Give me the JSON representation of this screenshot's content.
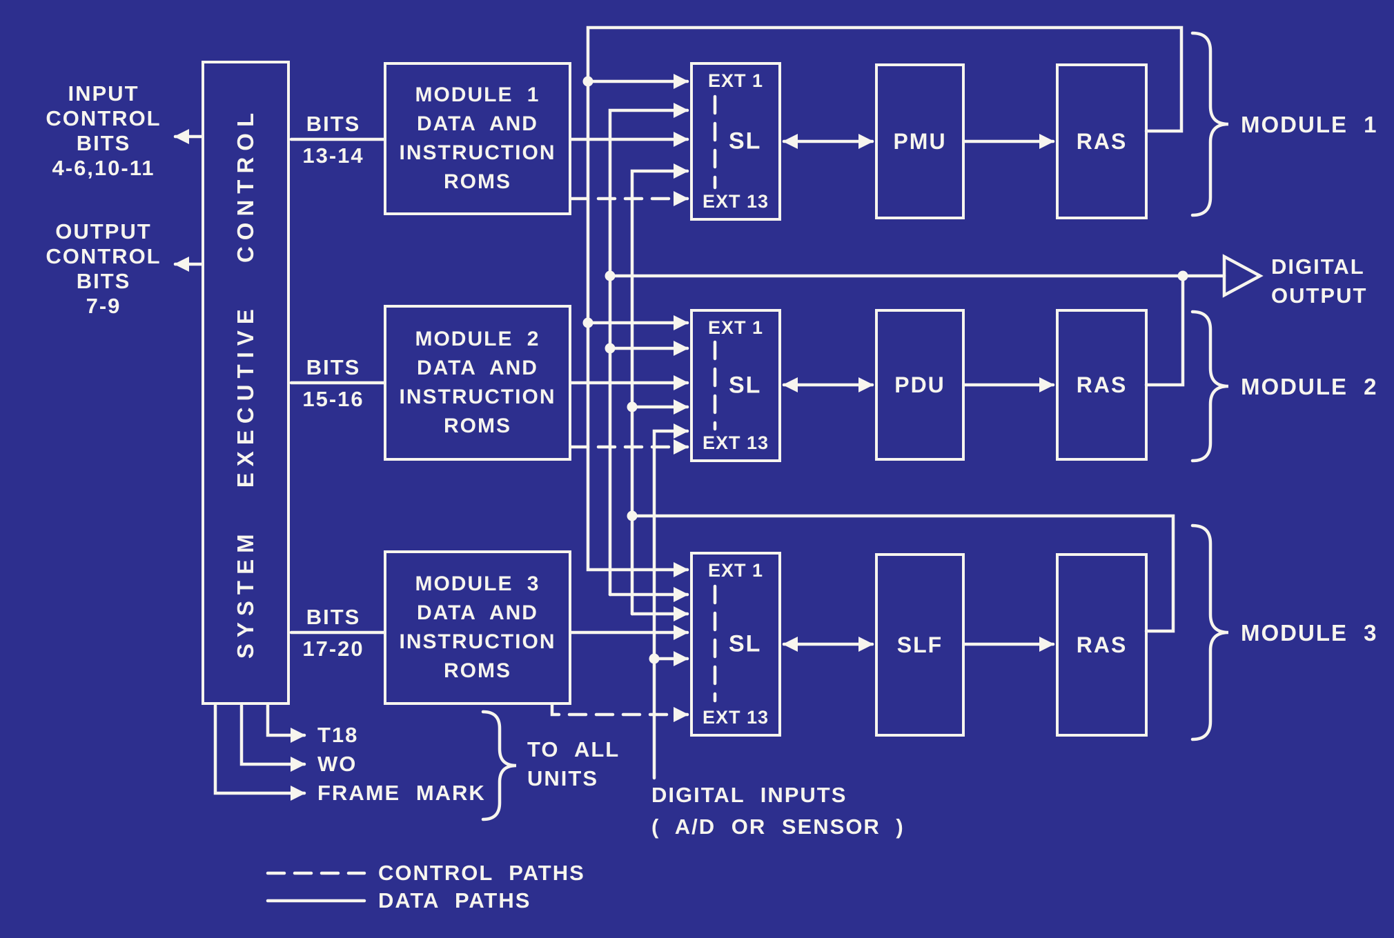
{
  "colors": {
    "background": "#2d2f8e",
    "ink": "#f7f5ee"
  },
  "left": {
    "input_control": {
      "lines": [
        "INPUT",
        "CONTROL",
        "BITS",
        "4-6,10-11"
      ]
    },
    "output_control": {
      "lines": [
        "OUTPUT",
        "CONTROL",
        "BITS",
        "7-9"
      ]
    }
  },
  "executive": {
    "label": "SYSTEM EXECUTIVE CONTROL"
  },
  "bits": [
    {
      "word": "BITS",
      "range": "13-14"
    },
    {
      "word": "BITS",
      "range": "15-16"
    },
    {
      "word": "BITS",
      "range": "17-20"
    }
  ],
  "roms": [
    {
      "lines": [
        "MODULE 1",
        "DATA AND",
        "INSTRUCTION",
        "ROMS"
      ]
    },
    {
      "lines": [
        "MODULE 2",
        "DATA AND",
        "INSTRUCTION",
        "ROMS"
      ]
    },
    {
      "lines": [
        "MODULE 3",
        "DATA AND",
        "INSTRUCTION",
        "ROMS"
      ]
    }
  ],
  "selectors": [
    {
      "top": "EXT 1",
      "mid": "SL",
      "bottom": "EXT 13"
    },
    {
      "top": "EXT 1",
      "mid": "SL",
      "bottom": "EXT 13"
    },
    {
      "top": "EXT 1",
      "mid": "SL",
      "bottom": "EXT 13"
    }
  ],
  "units": [
    {
      "label": "PMU"
    },
    {
      "label": "PDU"
    },
    {
      "label": "SLF"
    }
  ],
  "ras": [
    {
      "label": "RAS"
    },
    {
      "label": "RAS"
    },
    {
      "label": "RAS"
    }
  ],
  "module_braces": [
    {
      "label": "MODULE 1"
    },
    {
      "label": "MODULE 2"
    },
    {
      "label": "MODULE 3"
    }
  ],
  "digital_output": {
    "lines": [
      "DIGITAL",
      "OUTPUT"
    ]
  },
  "bottom_signals": [
    {
      "label": "T18"
    },
    {
      "label": "WO"
    },
    {
      "label": "FRAME MARK"
    }
  ],
  "to_all_units": {
    "lines": [
      "TO ALL",
      "UNITS"
    ]
  },
  "digital_inputs": {
    "lines": [
      "DIGITAL INPUTS",
      "( A/D OR SENSOR )"
    ]
  },
  "legend": {
    "control": {
      "label": "CONTROL PATHS",
      "style": "dashed"
    },
    "data": {
      "label": "DATA PATHS",
      "style": "solid"
    }
  }
}
